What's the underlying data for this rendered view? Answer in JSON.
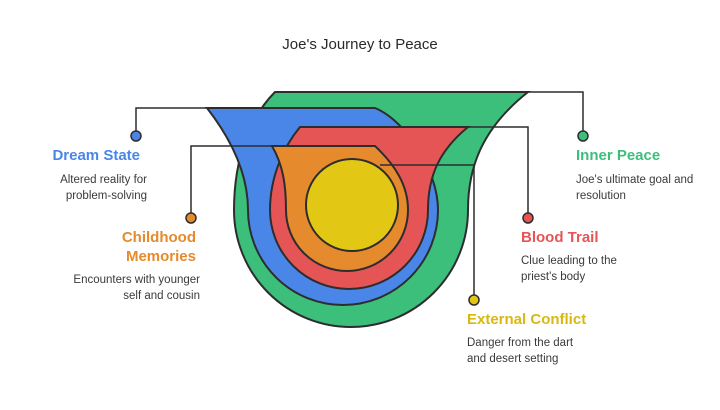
{
  "title": "Joe's Journey to Peace",
  "items": [
    {
      "key": "dream_state",
      "title": "Dream State",
      "description": "Altered reality for problem-solving",
      "color": "#4a86e8"
    },
    {
      "key": "childhood_memories",
      "title": "Childhood Memories",
      "description": "Encounters with younger self and cousin",
      "color": "#e68a2e"
    },
    {
      "key": "inner_peace",
      "title": "Inner Peace",
      "description": "Joe's ultimate goal and resolution",
      "color": "#3cbf7b"
    },
    {
      "key": "blood_trail",
      "title": "Blood Trail",
      "description": "Clue leading to the priest's body",
      "color": "#e65555"
    },
    {
      "key": "external_conflict",
      "title": "External Conflict",
      "description": "Danger from the dart and desert setting",
      "color": "#e2c714"
    }
  ]
}
